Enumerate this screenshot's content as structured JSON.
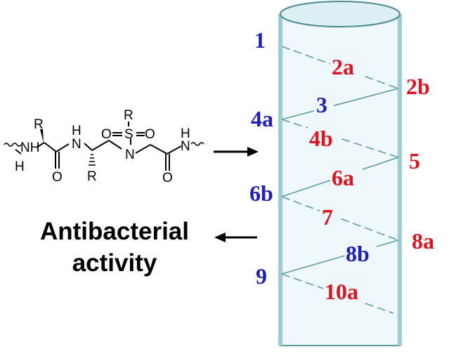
{
  "molecule": {
    "atoms": {
      "nh_left": "NH",
      "h_left": "H",
      "r_top": "R",
      "o_left": "O",
      "h_mid": "H",
      "n_mid": "N",
      "r_bottom": "R",
      "r_sulfonyl": "R",
      "o_sulf_left": "O",
      "s": "S",
      "o_sulf_right": "O",
      "n_sulf": "N",
      "o_right": "O",
      "h_right": "H",
      "n_right": "N"
    }
  },
  "caption": {
    "line1": "Antibacterial",
    "line2": "activity"
  },
  "colors": {
    "blue": "#1f1fbf",
    "red": "#e0141e",
    "helix": "#5f9ea0",
    "cylinder_fill": "#dcf0f4",
    "cylinder_stroke": "#6b9ea4"
  },
  "helix_labels": [
    {
      "text": "1",
      "color": "blue"
    },
    {
      "text": "2a",
      "color": "red"
    },
    {
      "text": "2b",
      "color": "red"
    },
    {
      "text": "3",
      "color": "blue"
    },
    {
      "text": "4a",
      "color": "blue"
    },
    {
      "text": "4b",
      "color": "red"
    },
    {
      "text": "5",
      "color": "red"
    },
    {
      "text": "6a",
      "color": "red"
    },
    {
      "text": "6b",
      "color": "blue"
    },
    {
      "text": "7",
      "color": "red"
    },
    {
      "text": "8a",
      "color": "red"
    },
    {
      "text": "8b",
      "color": "blue"
    },
    {
      "text": "9",
      "color": "blue"
    },
    {
      "text": "10a",
      "color": "red"
    }
  ]
}
